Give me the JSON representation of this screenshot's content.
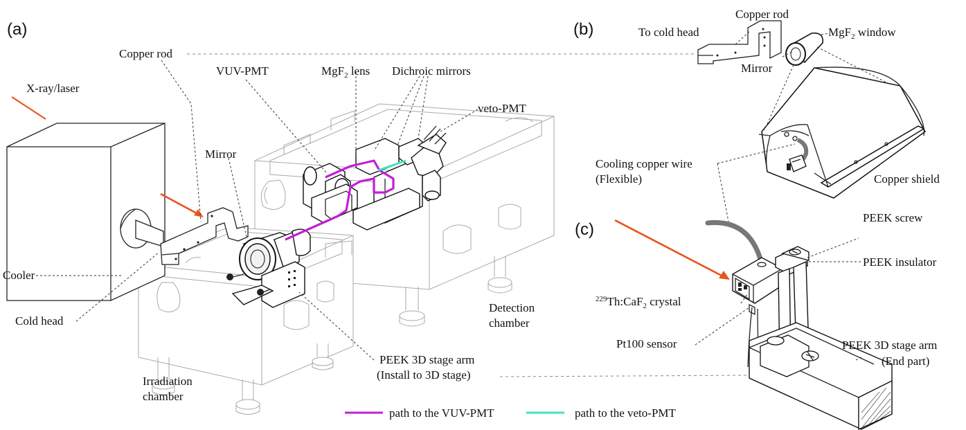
{
  "panels": {
    "a": "(a)",
    "b": "(b)",
    "c": "(c)"
  },
  "labels": {
    "xray_laser": "X-ray/laser",
    "copper_rod_a": "Copper rod",
    "vuv_pmt": "VUV-PMT",
    "mgf2_lens_pre": "MgF",
    "mgf2_lens_sub": "2",
    "mgf2_lens_post": " lens",
    "dichroic_mirrors": "Dichroic mirrors",
    "veto_pmt": "veto-PMT",
    "mirror_a": "Mirror",
    "cooler": "Cooler",
    "cold_head": "Cold head",
    "irradiation_1": "Irradiation",
    "irradiation_2": "chamber",
    "detection_1": "Detection",
    "detection_2": "chamber",
    "peek_arm_a_1": "PEEK 3D stage arm",
    "peek_arm_a_2": "(Install to 3D stage)",
    "legend_vuv": "path to the VUV-PMT",
    "legend_veto": "path to the veto-PMT",
    "copper_rod_b": "Copper rod",
    "to_cold_head": "To cold head",
    "mgf2_window_pre": "MgF",
    "mgf2_window_sub": "2",
    "mgf2_window_post": " window",
    "mirror_b": "Mirror",
    "cooling_wire_1": "Cooling copper wire",
    "cooling_wire_2": "(Flexible)",
    "copper_shield": "Copper shield",
    "peek_screw": "PEEK screw",
    "peek_insulator": "PEEK insulator",
    "crystal_sup": "229",
    "crystal_mid": "Th:CaF",
    "crystal_sub": "2",
    "crystal_post": " crystal",
    "pt100": "Pt100 sensor",
    "peek_arm_c_1": "PEEK 3D stage arm",
    "peek_arm_c_2": "(End part)"
  },
  "colors": {
    "beam": "#e8541e",
    "vuv_path": "#c21fd6",
    "veto_path": "#3ee6b8",
    "outline": "#222222",
    "chamber_outline": "#a9a9a9"
  }
}
